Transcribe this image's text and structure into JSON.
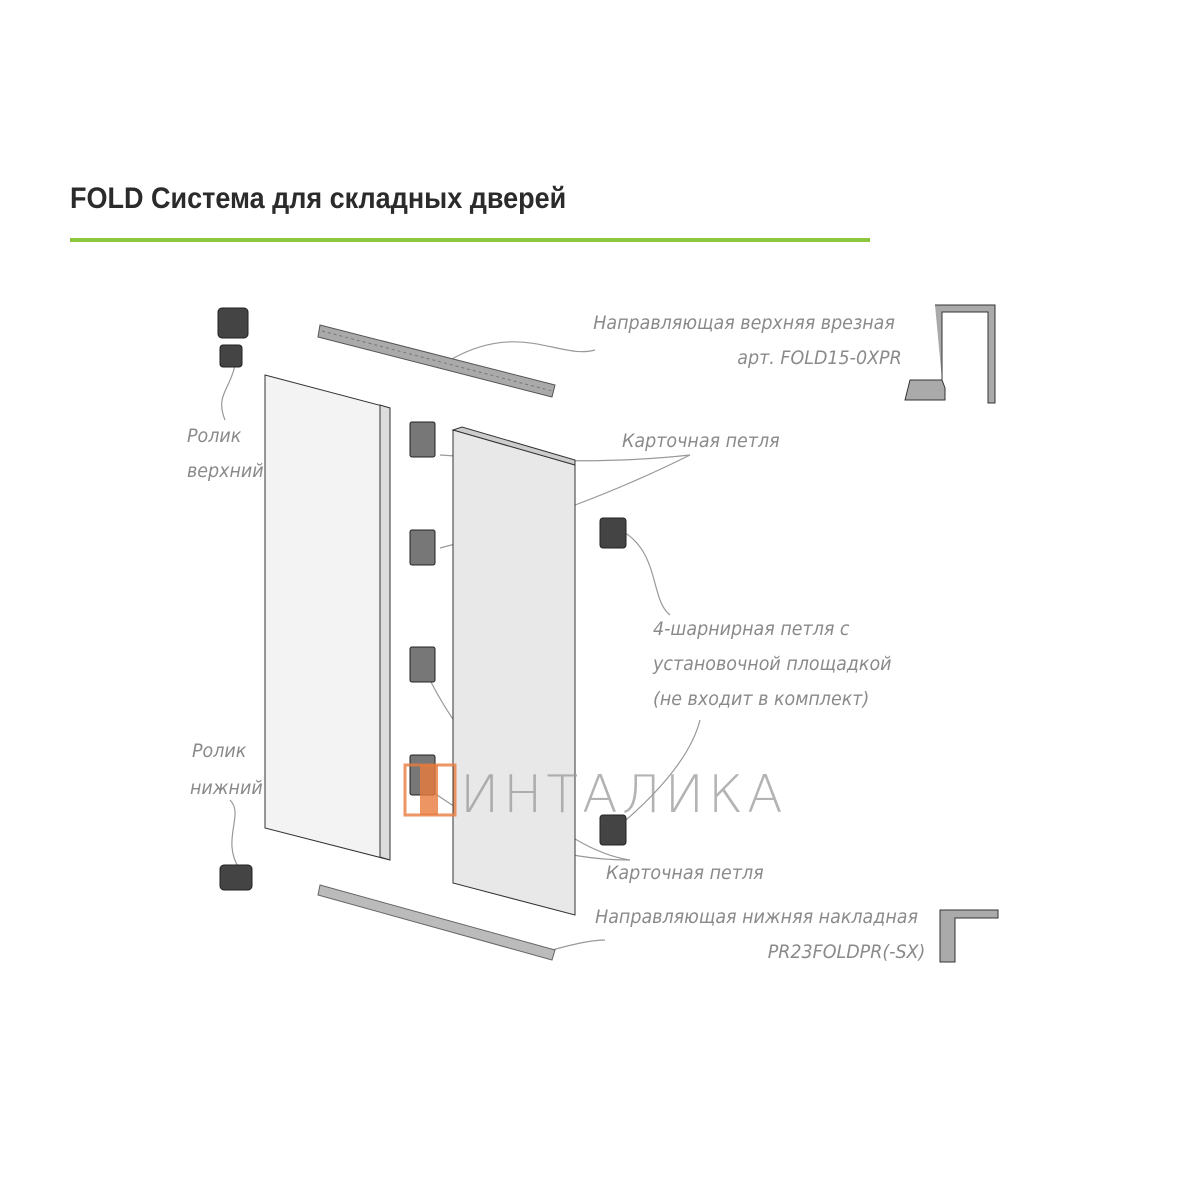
{
  "title": "FOLD Система для складных дверей",
  "labels": {
    "top_rail_1": "Направляющая верхняя врезная",
    "top_rail_2": "арт. FOLD15-0XPR",
    "roller_top_1": "Ролик",
    "roller_top_2": "верхний",
    "card_hinge_top": "Карточная петля",
    "hinge4_1": "4-шарнирная петля с",
    "hinge4_2": "установочной площадкой",
    "hinge4_3": "(не входит в  комплект)",
    "roller_bottom_1": "Ролик",
    "roller_bottom_2": "нижний",
    "card_hinge_bottom": "Карточная петля",
    "bottom_rail_1": "Направляющая нижняя накладная",
    "bottom_rail_2": "PR23FOLDPR(-SX)"
  },
  "watermark": "ИНТАЛИКА",
  "colors": {
    "accent": "#8dc63f",
    "logo": "#e87a3c"
  }
}
